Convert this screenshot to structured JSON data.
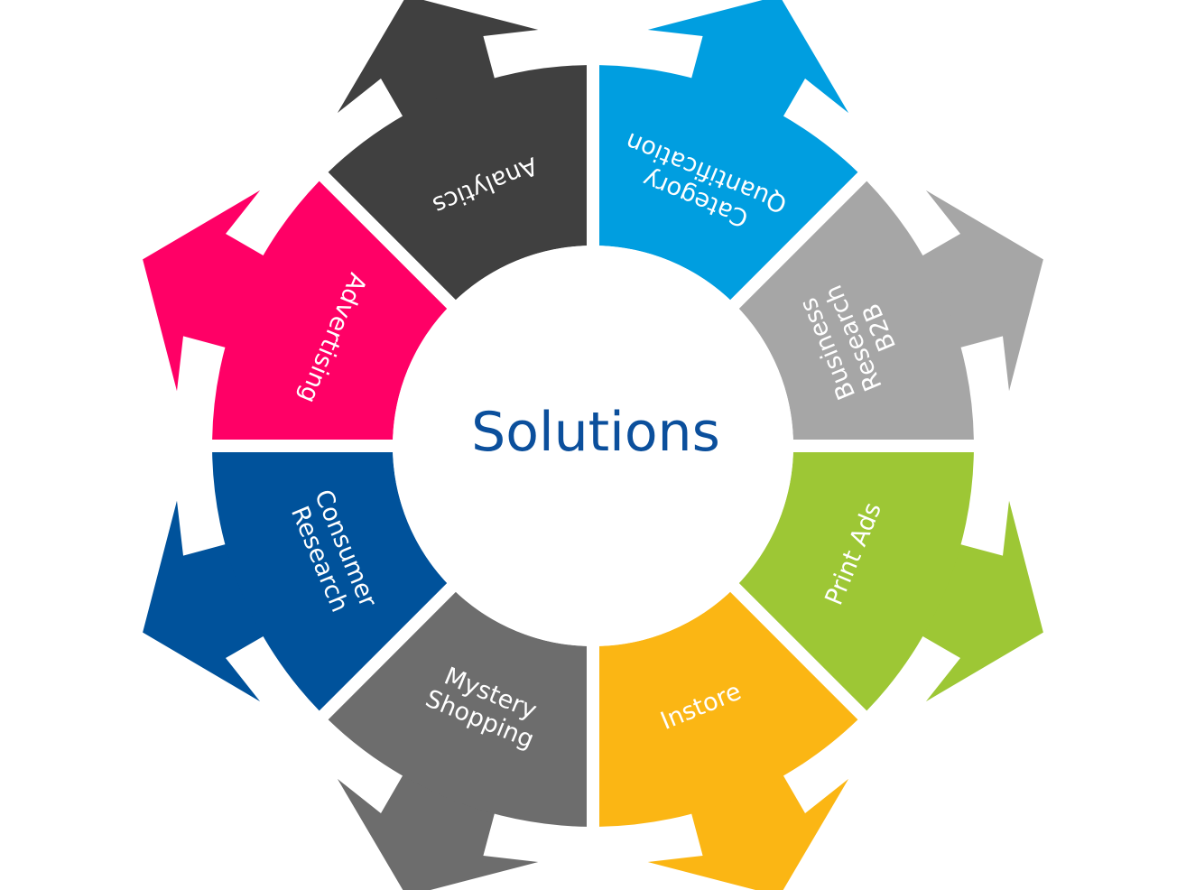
{
  "center": {
    "title": "Solutions",
    "title_color": "#0b4f9c",
    "fill": "#ffffff"
  },
  "segments": [
    {
      "id": "category-quantification",
      "lines": [
        "Category",
        "Quantification"
      ],
      "color": "#009ee0"
    },
    {
      "id": "business-research-b2b",
      "lines": [
        "Business",
        "Research",
        "B2B"
      ],
      "color": "#a6a6a6"
    },
    {
      "id": "print-ads",
      "lines": [
        "Print Ads"
      ],
      "color": "#9dc735"
    },
    {
      "id": "instore",
      "lines": [
        "Instore"
      ],
      "color": "#fbb614"
    },
    {
      "id": "mystery-shopping",
      "lines": [
        "Mystery",
        "Shopping"
      ],
      "color": "#6d6d6d"
    },
    {
      "id": "consumer-research",
      "lines": [
        "Consumer",
        "Research"
      ],
      "color": "#00529b"
    },
    {
      "id": "advertising",
      "lines": [
        "Advertising"
      ],
      "color": "#ff0066"
    },
    {
      "id": "analytics",
      "lines": [
        "Analytics"
      ],
      "color": "#404040"
    }
  ]
}
